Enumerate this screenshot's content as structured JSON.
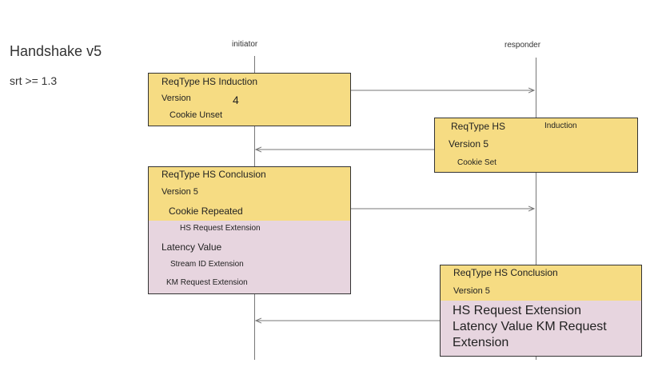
{
  "diagram": {
    "title": "Handshake v5",
    "subtitle": "srt >= 1.3",
    "lanes": {
      "initiator": "initiator",
      "responder": "responder"
    },
    "box1": {
      "reqtype": "ReqType HS Induction",
      "version_label": "Version",
      "version_value": "4",
      "cookie": "Cookie Unset"
    },
    "box2": {
      "reqtype": "ReqType HS",
      "reqtype_suffix": "Induction",
      "version": "Version 5",
      "cookie": "Cookie Set"
    },
    "box3": {
      "reqtype": "ReqType HS Conclusion",
      "version": "Version 5",
      "cookie": "Cookie Repeated",
      "hs_req_ext": "HS Request Extension",
      "latency": "Latency Value",
      "stream_id": "Stream ID Extension",
      "km_req_ext": "KM Request Extension"
    },
    "box4": {
      "reqtype": "ReqType HS Conclusion",
      "version": "Version 5",
      "ext_line1": "HS Request Extension",
      "ext_line2": "Latency Value KM Request",
      "ext_line3": "Extension"
    },
    "colors": {
      "header_yellow": "#f6dc83",
      "body_pink": "#e7d5df",
      "arrow": "#777777"
    }
  }
}
